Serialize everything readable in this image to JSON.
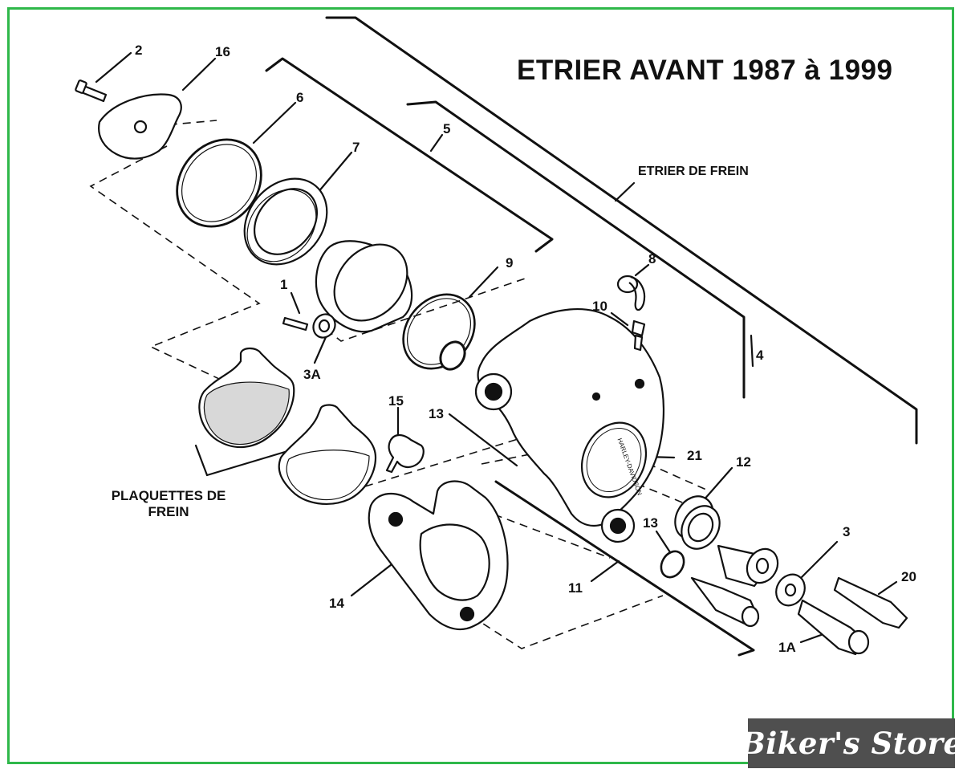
{
  "title": "ETRIER AVANT 1987 à 1999",
  "caliper_label": "ETRIER DE FREIN",
  "pads_label_line1": "PLAQUETTES DE",
  "pads_label_line2": "FREIN",
  "part_numbers": {
    "p1": "1",
    "p1a": "1A",
    "p2": "2",
    "p3": "3",
    "p3a": "3A",
    "p4": "4",
    "p5": "5",
    "p6": "6",
    "p7": "7",
    "p8": "8",
    "p9": "9",
    "p10": "10",
    "p11": "11",
    "p12": "12",
    "p13a": "13",
    "p13b": "13",
    "p14": "14",
    "p15": "15",
    "p16": "16",
    "p20": "20",
    "p21": "21"
  },
  "stamp_text": "HARLEY-DAVIDSON",
  "brand": "Biker's Store",
  "colors": {
    "border": "#2fb84a",
    "ink": "#111111",
    "logo_bg": "#4f4f4f"
  }
}
